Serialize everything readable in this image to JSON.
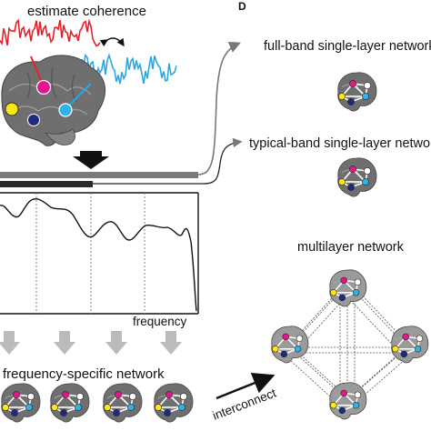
{
  "labels": {
    "estimate": "estimate coherence",
    "panel": "D",
    "full_band": "full-band single-layer network",
    "typical_band": "typical-band single-layer network",
    "multilayer": "multilayer network",
    "frequency": "frequency",
    "freq_specific": "frequency-specific network",
    "interconnect": "interconnect"
  },
  "colors": {
    "signal_red": "#e8212b",
    "signal_blue": "#29a8e0",
    "node_magenta": "#e4168c",
    "node_yellow": "#ffe812",
    "node_navy": "#1f2a7a",
    "node_cyan": "#2eb3ea",
    "node_white": "#ffffff",
    "brain_gray": "#6f6f6f",
    "down_arrow_gray": "#bbbbbb"
  },
  "icons": {
    "brain": "brain-icon",
    "down_arrow": "down-arrow-icon",
    "right_arrow": "arrow-icon",
    "exchange": "double-arrow-icon"
  }
}
